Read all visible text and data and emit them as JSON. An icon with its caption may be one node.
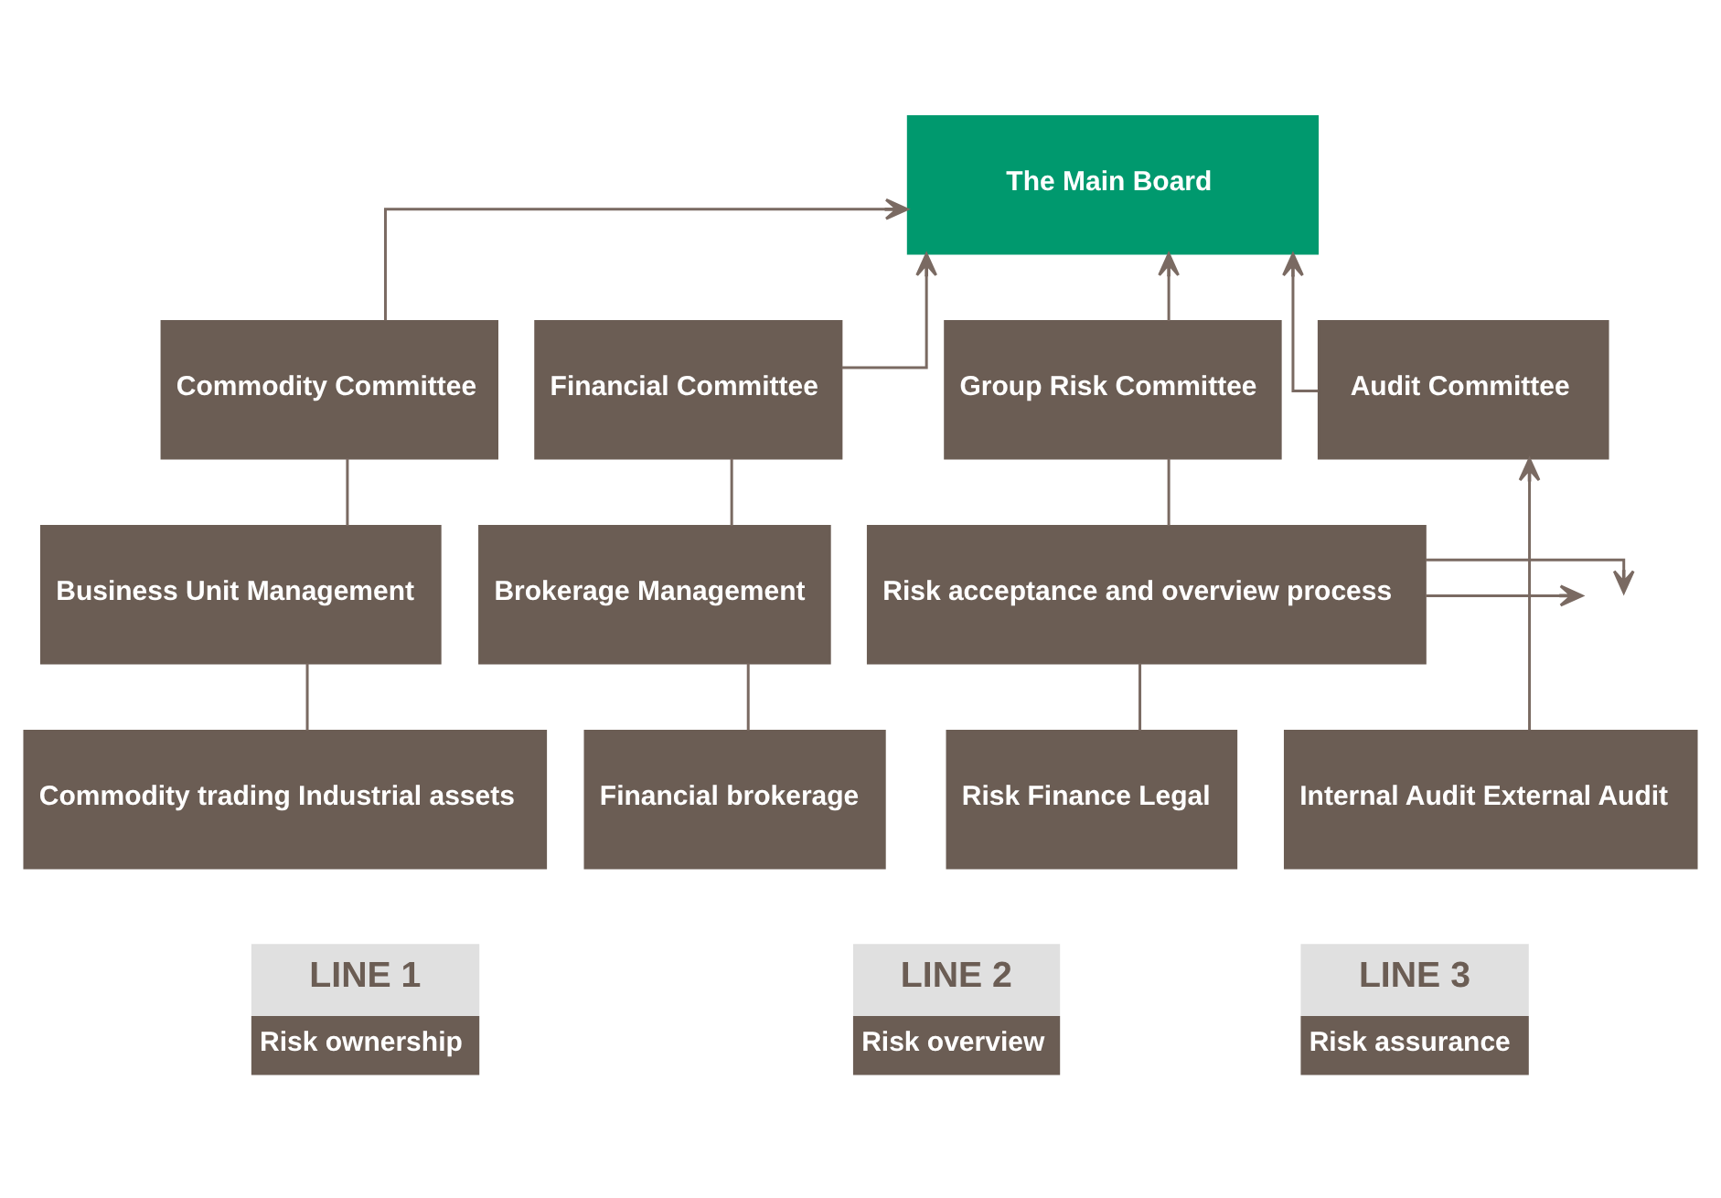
{
  "diagram": {
    "nodes": [
      {
        "text": [
          "The Main Board"
        ]
      },
      {
        "text": [
          "Commodity Committee"
        ]
      },
      {
        "text": [
          "Financial Committee"
        ]
      },
      {
        "text": [
          "Group Risk Committee"
        ]
      },
      {
        "text": [
          "Audit Committee"
        ]
      },
      {
        "text": [
          "Business Unit Management"
        ]
      },
      {
        "text": [
          "Brokerage Management"
        ]
      },
      {
        "text": [
          "Risk acceptance and overview process"
        ]
      },
      {
        "text": [
          "Commodity trading Industrial assets"
        ]
      },
      {
        "text": [
          "Financial brokerage"
        ]
      },
      {
        "text": [
          "Risk Finance Legal"
        ]
      },
      {
        "text": [
          "Internal Audit External Audit"
        ]
      },
      {
        "text": [
          "LINE 1",
          "Risk ownership"
        ]
      },
      {
        "text": [
          "LINE 2",
          "Risk overview"
        ]
      },
      {
        "text": [
          "LINE 3",
          "Risk assurance"
        ]
      }
    ],
    "edges": [
      {
        "from": 1,
        "to": 0,
        "arrow": "to"
      },
      {
        "from": 2,
        "to": 0,
        "arrow": "to"
      },
      {
        "from": 3,
        "to": 0,
        "arrow": "to"
      },
      {
        "from": 4,
        "to": 0,
        "arrow": "to"
      },
      {
        "from": 1,
        "to": 5,
        "arrow": "none"
      },
      {
        "from": 2,
        "to": 6,
        "arrow": "none"
      },
      {
        "from": 3,
        "to": 7,
        "arrow": "none"
      },
      {
        "from": 5,
        "to": 8,
        "arrow": "none"
      },
      {
        "from": 6,
        "to": 9,
        "arrow": "none"
      },
      {
        "from": 7,
        "to": 10,
        "arrow": "none"
      },
      {
        "from": 7,
        "to": null,
        "arrow": "to"
      },
      {
        "from": 7,
        "to": null,
        "arrow": "to"
      },
      {
        "from": 11,
        "to": 4,
        "arrow": "to"
      }
    ]
  }
}
